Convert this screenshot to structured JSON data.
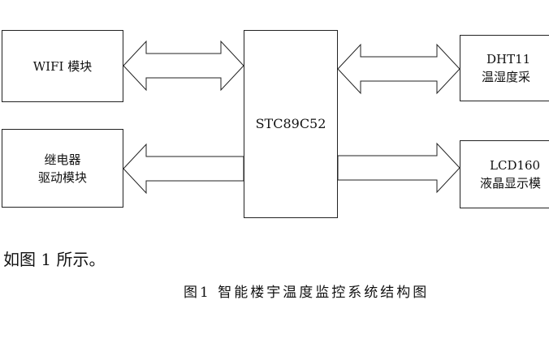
{
  "diagram": {
    "wifi_module": "WIFI 模块",
    "relay_line1": "继电器",
    "relay_line2": "驱动模块",
    "mcu": "STC89C52",
    "dht11_line1": "DHT11",
    "dht11_line2": "温湿度采",
    "lcd_line1": "LCD160",
    "lcd_line2": "液晶显示模"
  },
  "body_text": "如图 1 所示。",
  "caption": "图1 智能楼宇温度监控系统结构图"
}
